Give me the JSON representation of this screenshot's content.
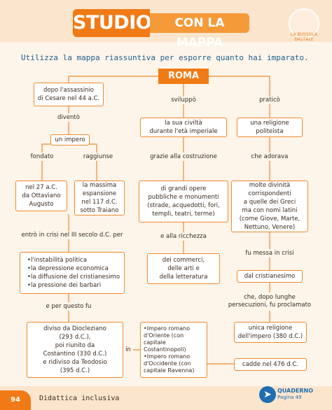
{
  "header": {
    "studio": "STUDIO",
    "mappa": "CON LA MAPPA",
    "logo_text": "LA BUSSOLA DIGITALE"
  },
  "instruction": "Utilizza la mappa riassuntiva per esporre quanto hai imparato.",
  "root": "ROMA",
  "left": {
    "box1": [
      "dopo l'assassinio",
      "di Cesare nel 44 a.C."
    ],
    "label_divento": "diventò",
    "box_impero": "un impero",
    "label_fondato": "fondato",
    "label_raggiunse": "raggiunse",
    "box_fondato": [
      "nel 27 a.C.",
      "da Ottaviano",
      "Augusto"
    ],
    "box_raggiunse": [
      "la massima",
      "espansione",
      "nel 117 d.C.",
      "sotto Traiano"
    ],
    "label_crisi": "entrò in crisi nel III secolo d.C. per",
    "box_crisi": [
      "l'instabilità politica",
      "la depressione economica",
      "la diffusione del cristianesimo",
      "la pressione dei barbari"
    ],
    "label_perquesto": "e per questo fu",
    "box_diviso": [
      "diviso da Diocleziano",
      "(293 d.C.),",
      "poi riunito da",
      "Costantino (330 d.C.)",
      "e ridiviso da Teodosio",
      "(395 d.C.)"
    ],
    "label_in": "in",
    "box_imperi": [
      "Impero romano d'Oriente (con capitale Costantinopoli)",
      "Impero romano d'Occidente (con capitale Ravenna)"
    ],
    "box_cadde": "cadde nel 476 d.C."
  },
  "middle": {
    "label_sviluppo": "sviluppò",
    "box_civilta": [
      "la sua civiltà",
      "durante l'età imperiale"
    ],
    "label_grazie": "grazie alla costruzione",
    "box_opere": [
      "di grandi opere",
      "pubbliche e monumenti",
      "(strade, acquedotti, fori,",
      "templi, teatri, terme)"
    ],
    "label_ricchezza": "e alla ricchezza",
    "box_commerci": [
      "dei commerci,",
      "delle arti e",
      "della letteratura"
    ]
  },
  "right": {
    "label_pratico": "praticò",
    "box_religione": [
      "una religione",
      "politeista"
    ],
    "label_adorava": "che adorava",
    "box_divinita": [
      "molte divinità",
      "corrispondenti",
      "a quelle dei Greci",
      "ma con nomi latini",
      "(come Giove, Marte,",
      "Nettuno, Venere)"
    ],
    "label_messa": "fu messa in crisi",
    "box_cristianesimo": "dal cristianesimo",
    "label_proclamato": [
      "che, dopo lunghe",
      "persecuzioni, fu proclamato"
    ],
    "box_unica": [
      "unica religione",
      "dell'impero (380 d.C.)"
    ]
  },
  "footer": {
    "page_number": "94",
    "section": "Didattica inclusiva",
    "quaderno_title": "QUADERNO",
    "quaderno_page": "Pagina 49"
  },
  "colors": {
    "accent": "#f07a16",
    "accent_light": "#f49a38",
    "header_bg": "#fbe5cd",
    "page_bg": "#fdf4ea",
    "instruction_text": "#1f5e8c",
    "quaderno_blue": "#1f6fb0"
  }
}
